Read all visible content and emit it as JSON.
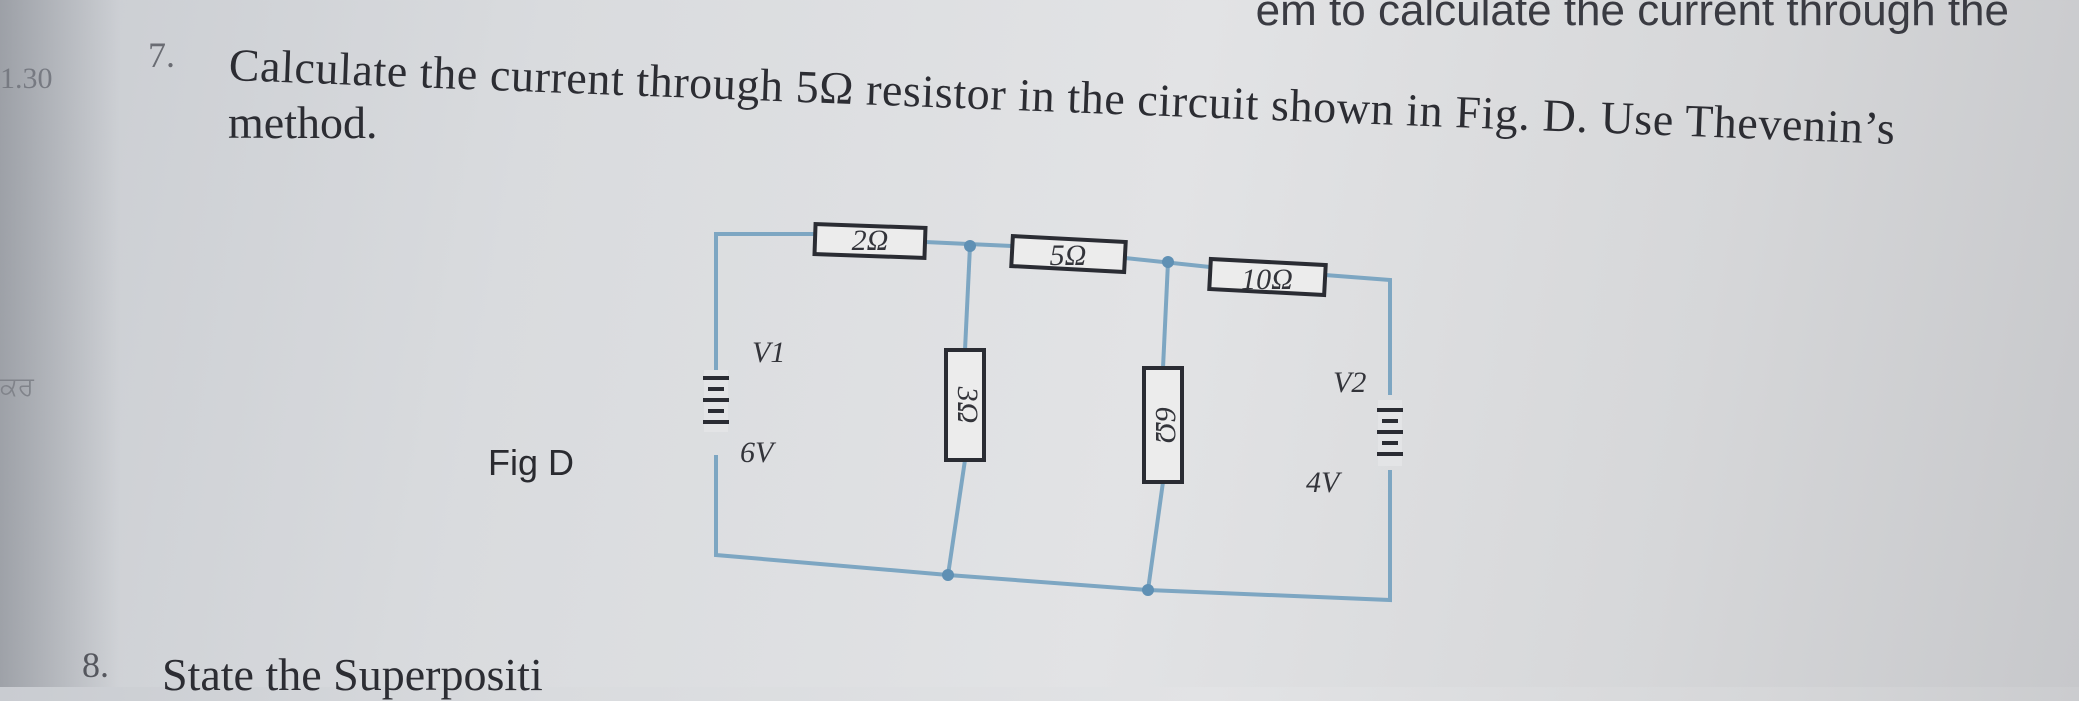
{
  "header": {
    "top_line": "em to calculate the current through the"
  },
  "question7": {
    "number": "7.",
    "line1": "Calculate the current through 5Ω resistor in the circuit shown in Fig. D. Use Thevenin’s",
    "line2": "method."
  },
  "figure": {
    "label": "Fig D",
    "resistors": {
      "r1": "2Ω",
      "r2": "5Ω",
      "r3": "10Ω",
      "r4": "3Ω",
      "r5": "6Ω"
    },
    "sources": {
      "v1_name": "V1",
      "v1_value": "6V",
      "v2_name": "V2",
      "v2_value": "4V"
    }
  },
  "question8": {
    "number": "8.",
    "text": "State the Superpositi"
  },
  "margin": {
    "mark1": "1.30",
    "mark2": "ਕਰ"
  },
  "colors": {
    "wire": "#7da6c2",
    "ink": "#2c2d33"
  }
}
